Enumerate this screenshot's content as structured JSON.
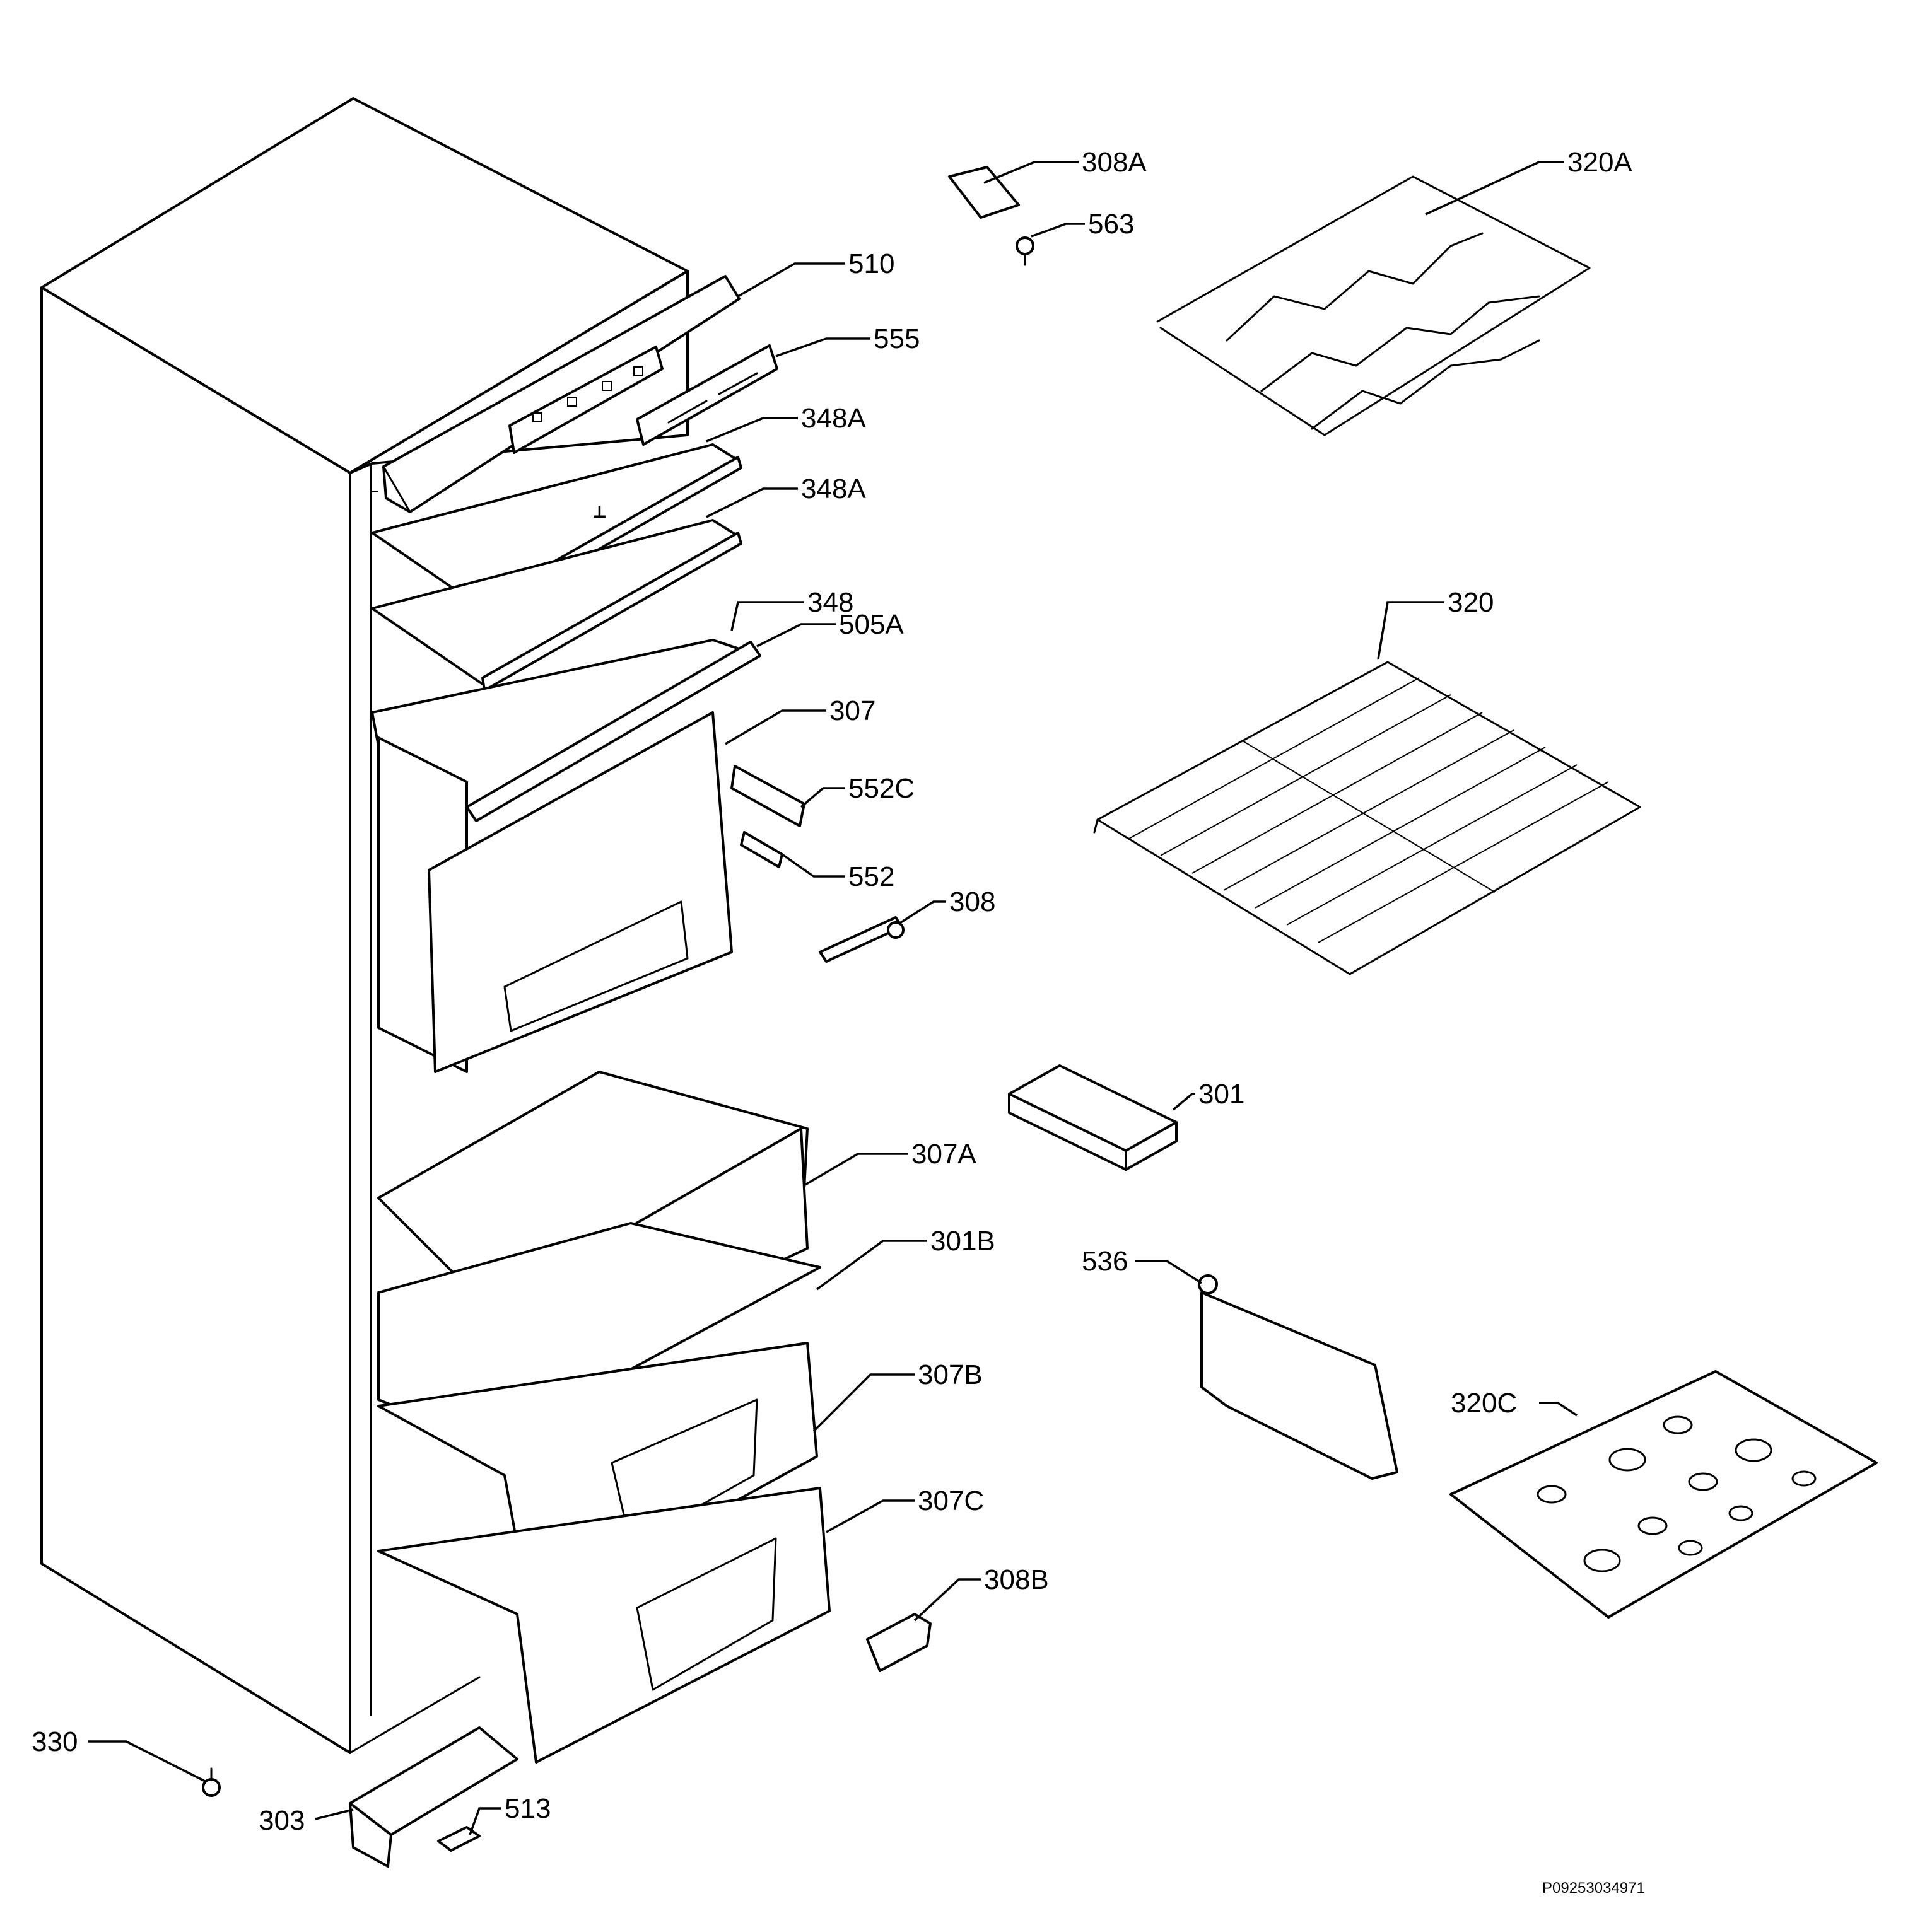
{
  "diagram": {
    "type": "exploded parts diagram",
    "reference_code": "P09253034971"
  },
  "callouts": [
    {
      "id": "c-308a",
      "label": "308A"
    },
    {
      "id": "c-563",
      "label": "563"
    },
    {
      "id": "c-320a",
      "label": "320A"
    },
    {
      "id": "c-510",
      "label": "510"
    },
    {
      "id": "c-555",
      "label": "555"
    },
    {
      "id": "c-348a-1",
      "label": "348A"
    },
    {
      "id": "c-348a-2",
      "label": "348A"
    },
    {
      "id": "c-348",
      "label": "348"
    },
    {
      "id": "c-505a",
      "label": "505A"
    },
    {
      "id": "c-320",
      "label": "320"
    },
    {
      "id": "c-307",
      "label": "307"
    },
    {
      "id": "c-552c",
      "label": "552C"
    },
    {
      "id": "c-552",
      "label": "552"
    },
    {
      "id": "c-308",
      "label": "308"
    },
    {
      "id": "c-301",
      "label": "301"
    },
    {
      "id": "c-307a",
      "label": "307A"
    },
    {
      "id": "c-301b",
      "label": "301B"
    },
    {
      "id": "c-536",
      "label": "536"
    },
    {
      "id": "c-307b",
      "label": "307B"
    },
    {
      "id": "c-320c",
      "label": "320C"
    },
    {
      "id": "c-307c",
      "label": "307C"
    },
    {
      "id": "c-308b",
      "label": "308B"
    },
    {
      "id": "c-330",
      "label": "330"
    },
    {
      "id": "c-513",
      "label": "513"
    },
    {
      "id": "c-303",
      "label": "303"
    }
  ]
}
